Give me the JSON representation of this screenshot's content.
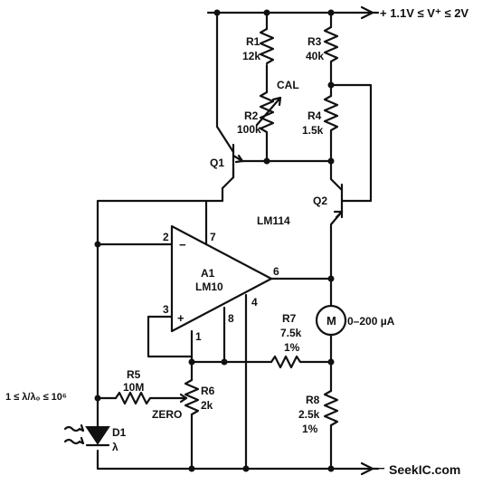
{
  "supply_label": "+ 1.1V ≤ V⁺ ≤ 2V",
  "components": {
    "r1": {
      "ref": "R1",
      "value": "12k"
    },
    "r2": {
      "ref": "R2",
      "value": "100k",
      "note": "CAL"
    },
    "r3": {
      "ref": "R3",
      "value": "40k"
    },
    "r4": {
      "ref": "R4",
      "value": "1.5k"
    },
    "r5": {
      "ref": "R5",
      "value": "10M"
    },
    "r6": {
      "ref": "R6",
      "value": "2k",
      "note": "ZERO"
    },
    "r7": {
      "ref": "R7",
      "value": "7.5k",
      "tolerance": "1%"
    },
    "r8": {
      "ref": "R8",
      "value": "2.5k",
      "tolerance": "1%"
    },
    "q1": {
      "ref": "Q1"
    },
    "q2": {
      "ref": "Q2"
    },
    "a1": {
      "ref": "A1",
      "part": "LM10"
    },
    "lm114": "LM114",
    "meter": {
      "symbol": "M",
      "range": "0–200 µA"
    },
    "d1": {
      "ref": "D1",
      "symbol": "λ"
    }
  },
  "pins": [
    "2",
    "7",
    "3",
    "6",
    "1",
    "8",
    "4"
  ],
  "input_range": "1 ≤ λ/λ₀ ≤ 10⁶",
  "pin_signs": {
    "inverting": "−",
    "noninverting": "+"
  },
  "ground_label": "−",
  "watermark": "SeekIC.com",
  "colors": {
    "ink": "#111111",
    "background": "#ffffff"
  }
}
